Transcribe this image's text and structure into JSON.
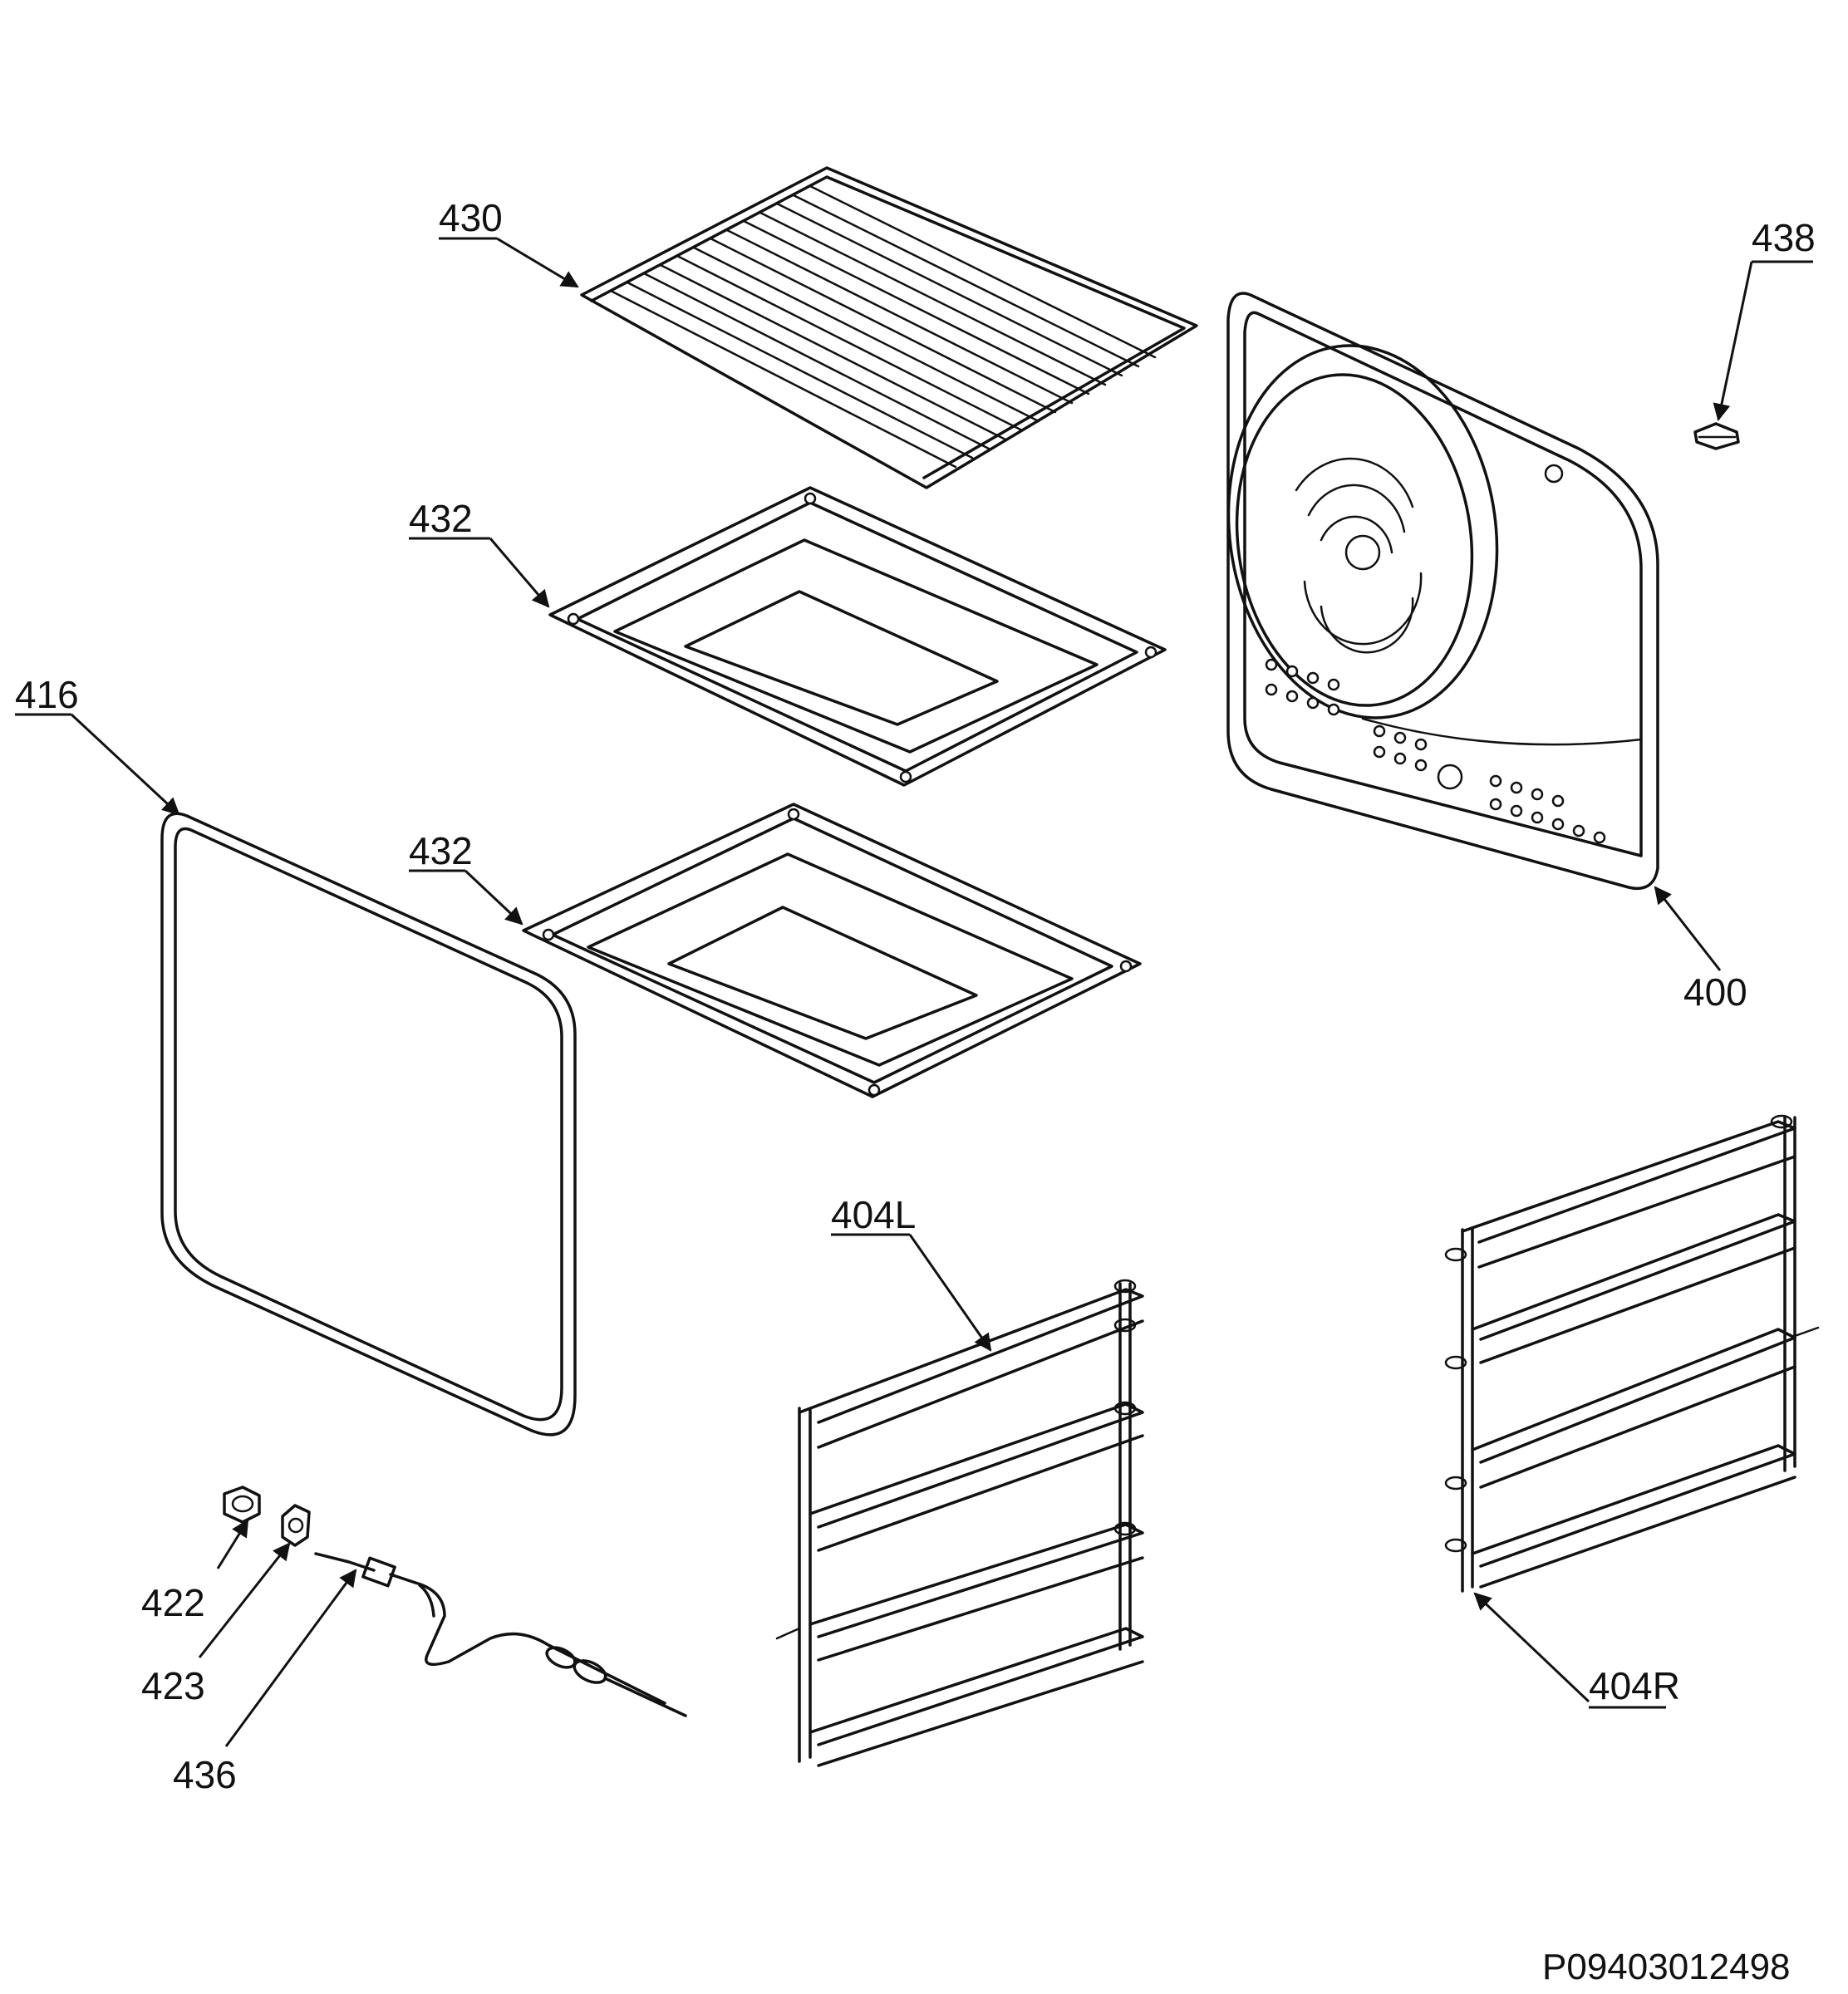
{
  "labels": {
    "p430": "430",
    "p432a": "432",
    "p432b": "432",
    "p416": "416",
    "p438": "438",
    "p400": "400",
    "p404L": "404L",
    "p404R": "404R",
    "p422": "422",
    "p423": "423",
    "p436": "436"
  },
  "doc_id": "P09403012498"
}
